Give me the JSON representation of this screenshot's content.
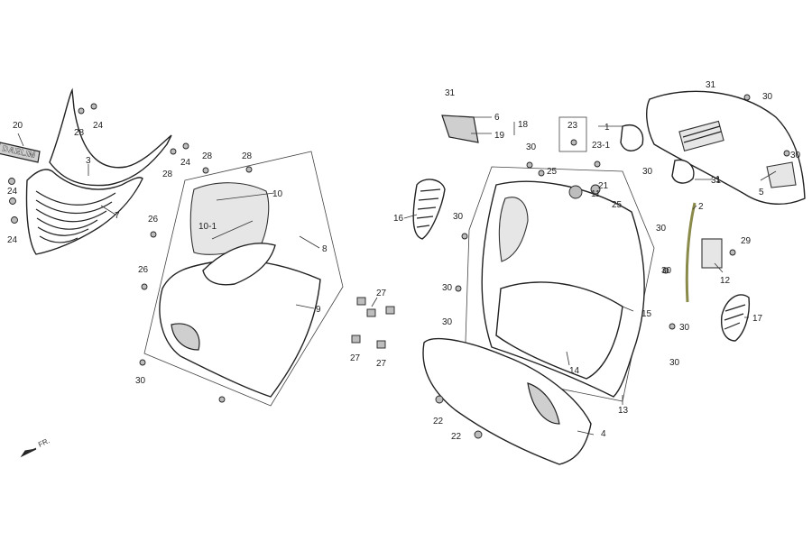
{
  "brand": {
    "logo_text": "DAELIM"
  },
  "direction": {
    "label": "FR."
  },
  "callouts": {
    "c1a": "1",
    "c1b": "1",
    "c2": "2",
    "c3": "3",
    "c4": "4",
    "c5": "5",
    "c6": "6",
    "c7": "7",
    "c8": "8",
    "c9": "9",
    "c10": "10",
    "c10_1": "10-1",
    "c11": "11",
    "c12": "12",
    "c13": "13",
    "c14": "14",
    "c15": "15",
    "c16": "16",
    "c17": "17",
    "c18": "18",
    "c19": "19",
    "c20": "20",
    "c21": "21",
    "c22a": "22",
    "c22b": "22",
    "c23a": "23",
    "c23b": "23-1",
    "c24a": "24",
    "c24b": "24",
    "c24c": "24",
    "c24d": "24",
    "c25a": "25",
    "c25b": "25",
    "c26a": "26",
    "c26b": "26",
    "c27a": "27",
    "c27b": "27",
    "c27c": "27",
    "c28a": "28",
    "c28b": "28",
    "c28c": "28",
    "c28d": "28",
    "c29": "29",
    "c30a": "30",
    "c30b": "30",
    "c30c": "30",
    "c30d": "30",
    "c30e": "30",
    "c30f": "30",
    "c30g": "30",
    "c30h": "30",
    "c30i": "30",
    "c30j": "30",
    "c30k": "30",
    "c30l": "30",
    "c31a": "31",
    "c31b": "31",
    "c31c": "31"
  }
}
